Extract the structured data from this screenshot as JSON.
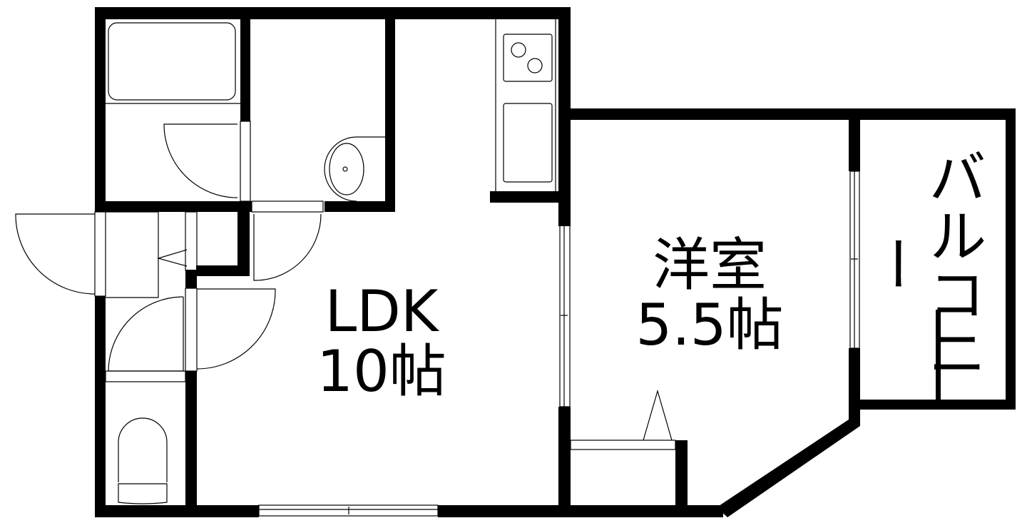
{
  "floor_plan": {
    "rooms": {
      "ldk": {
        "name": "LDK",
        "size": "10帖"
      },
      "western_room": {
        "name": "洋室",
        "size": "5.5帖"
      },
      "balcony": {
        "name": "バルコニー"
      }
    },
    "colors": {
      "wall": "#000000",
      "background": "#ffffff",
      "line": "#000000"
    }
  }
}
